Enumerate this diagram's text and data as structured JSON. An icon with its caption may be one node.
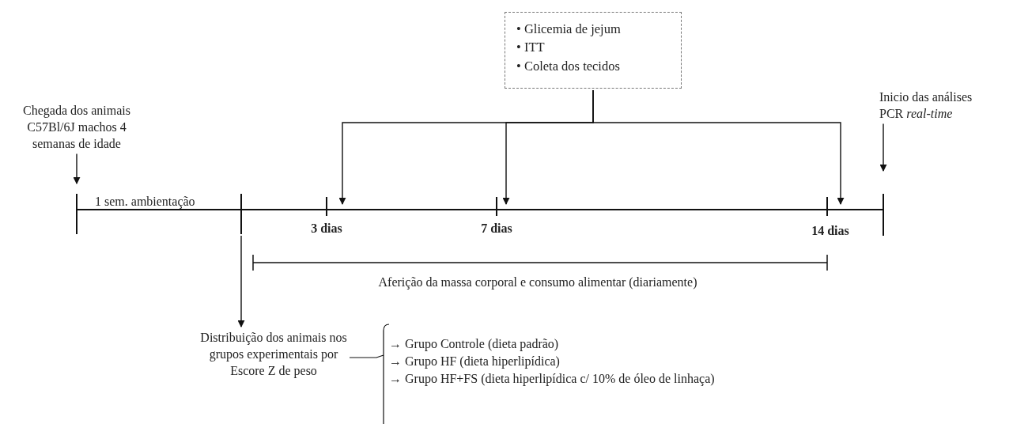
{
  "diagram": {
    "nodes": [
      {
        "text": [
          "Chegada dos animais C57Bl/6J machos 4 semanas de idade"
        ]
      },
      {
        "text": [
          "• Glicemia de jejum",
          "• ITT",
          "• Coleta dos tecidos"
        ]
      },
      {
        "text": [
          "Inicio das análises PCR *real-time*"
        ]
      },
      {
        "text": [
          "Distribuição dos animais nos grupos experimentais por Escore Z de peso"
        ]
      }
    ],
    "edges": [
      {
        "from": 0,
        "to": null,
        "arrow": "to"
      },
      {
        "from": 1,
        "to": null,
        "arrow": "to"
      },
      {
        "from": 1,
        "to": null,
        "arrow": "to"
      },
      {
        "from": 1,
        "to": null,
        "arrow": "to"
      },
      {
        "from": 2,
        "to": null,
        "arrow": "to"
      },
      {
        "from": null,
        "to": 3,
        "arrow": "to"
      }
    ],
    "labels": [
      "1 sem. ambientação",
      "3 dias",
      "7 dias",
      "14 dias",
      "Aferição da massa corporal e consumo alimentar (diariamente)",
      "→ Grupo Controle (dieta padrão)",
      "→ Grupo HF (dieta hiperlipídica)",
      "→ Grupo HF+FS (dieta hiperlipídica c/ 10% de óleo de linhaça)"
    ]
  }
}
